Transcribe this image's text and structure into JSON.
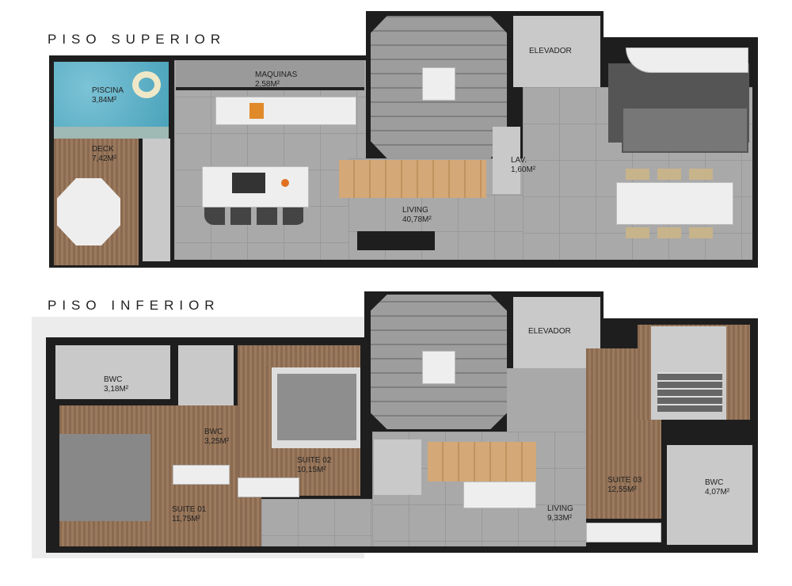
{
  "upper": {
    "title": "PISO SUPERIOR",
    "rooms": [
      {
        "name": "PISCINA",
        "area": "3,84M²"
      },
      {
        "name": "DECK",
        "area": "7,42M²"
      },
      {
        "name": "MAQUINAS",
        "area": "2,58M²"
      },
      {
        "name": "ELEVADOR",
        "area": ""
      },
      {
        "name": "LAV.",
        "area": "1,60M²"
      },
      {
        "name": "LIVING",
        "area": "40,78M²"
      }
    ]
  },
  "lower": {
    "title": "PISO INFERIOR",
    "rooms": [
      {
        "name": "BWC",
        "area": "3,18M²"
      },
      {
        "name": "BWC",
        "area": "3,25M²"
      },
      {
        "name": "SUITE 02",
        "area": "10,15M²"
      },
      {
        "name": "SUITE 01",
        "area": "11,75M²"
      },
      {
        "name": "ELEVADOR",
        "area": ""
      },
      {
        "name": "LIVING",
        "area": "9,33M²"
      },
      {
        "name": "SUITE 03",
        "area": "12,55M²"
      },
      {
        "name": "BWC",
        "area": "4,07M²"
      }
    ]
  },
  "colors": {
    "wood": "#9b7a5e",
    "pool": "#4aa3bb",
    "floor": "#a9a9a9",
    "wall": "#1e1e1e"
  }
}
